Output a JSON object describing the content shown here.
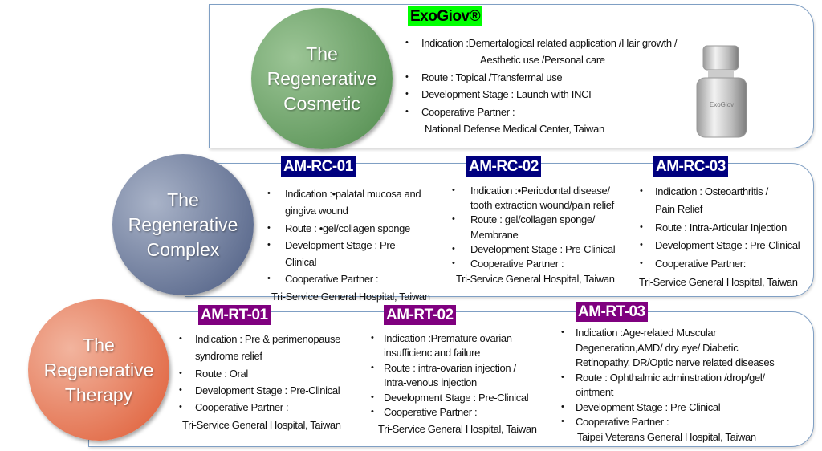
{
  "colors": {
    "cosmetic": "#5e9a5a",
    "complex": "#5f6f93",
    "therapy": "#e06a48",
    "rc_tag": "#00007f",
    "rt_tag": "#7f007f",
    "exo_tag": "#00ff00",
    "border": "#7f9fc4"
  },
  "rows": [
    {
      "id": "cosmetic",
      "title": [
        "The",
        "Regenerative",
        "Cosmetic"
      ],
      "products": [
        {
          "label": "ExoGiov®",
          "image": "vial-icon",
          "lines": [
            {
              "b": true,
              "t": "Indication :Demertalogical  related application /Hair growth /"
            },
            {
              "b": false,
              "t": "Aesthetic use /Personal care"
            },
            {
              "b": true,
              "t": "Route : Topical /Transfermal use"
            },
            {
              "b": true,
              "t": "Development Stage : Launch with INCI"
            },
            {
              "b": true,
              "t": "Cooperative Partner :"
            },
            {
              "b": false,
              "t": "National Defense Medical Center, Taiwan"
            }
          ]
        }
      ]
    },
    {
      "id": "complex",
      "title": [
        "The",
        "Regenerative",
        "Complex"
      ],
      "products": [
        {
          "label": "AM-RC-01",
          "lines": [
            {
              "b": true,
              "t": "Indication :•palatal mucosa and"
            },
            {
              "b": false,
              "t": "gingiva wound"
            },
            {
              "b": true,
              "t": "Route : •gel/collagen sponge"
            },
            {
              "b": true,
              "t": "Development Stage : Pre-"
            },
            {
              "b": false,
              "t": "Clinical"
            },
            {
              "b": true,
              "t": "Cooperative Partner :"
            },
            {
              "b": false,
              "t": "Tri-Service General Hospital, Taiwan"
            }
          ]
        },
        {
          "label": "AM-RC-02",
          "lines": [
            {
              "b": true,
              "t": "Indication :•Periodontal disease/"
            },
            {
              "b": false,
              "t": "tooth extraction wound/pain relief"
            },
            {
              "b": true,
              "t": "Route : gel/collagen sponge/"
            },
            {
              "b": false,
              "t": "Membrane"
            },
            {
              "b": true,
              "t": "Development Stage : Pre-Clinical"
            },
            {
              "b": true,
              "t": "Cooperative Partner :"
            },
            {
              "b": false,
              "t": "Tri-Service General Hospital, Taiwan"
            }
          ]
        },
        {
          "label": "AM-RC-03",
          "lines": [
            {
              "b": true,
              "t": "Indication : Osteoarthritis /"
            },
            {
              "b": false,
              "t": "Pain Relief"
            },
            {
              "b": true,
              "t": "Route : Intra-Articular Injection"
            },
            {
              "b": true,
              "t": "Development Stage : Pre-Clinical"
            },
            {
              "b": true,
              "t": "Cooperative Partner:"
            },
            {
              "b": false,
              "t": "Tri-Service General Hospital, Taiwan"
            }
          ]
        }
      ]
    },
    {
      "id": "therapy",
      "title": [
        "The",
        "Regenerative",
        "Therapy"
      ],
      "products": [
        {
          "label": "AM-RT-01",
          "lines": [
            {
              "b": true,
              "t": "Indication : Pre & perimenopause"
            },
            {
              "b": false,
              "t": "syndrome relief"
            },
            {
              "b": true,
              "t": "Route : Oral"
            },
            {
              "b": true,
              "t": "Development Stage : Pre-Clinical"
            },
            {
              "b": true,
              "t": "Cooperative Partner :"
            },
            {
              "b": false,
              "t": "Tri-Service General Hospital, Taiwan"
            }
          ]
        },
        {
          "label": "AM-RT-02",
          "lines": [
            {
              "b": true,
              "t": "Indication :Premature ovarian"
            },
            {
              "b": false,
              "t": "insufficienc and failure"
            },
            {
              "b": true,
              "t": "Route : intra-ovarian injection /"
            },
            {
              "b": false,
              "t": "Intra-venous injection"
            },
            {
              "b": true,
              "t": "Development Stage : Pre-Clinical"
            },
            {
              "b": true,
              "t": "Cooperative Partner :"
            },
            {
              "b": false,
              "t": "Tri-Service General Hospital, Taiwan"
            }
          ]
        },
        {
          "label": "AM-RT-03",
          "lines": [
            {
              "b": true,
              "t": "Indication :Age-related Muscular"
            },
            {
              "b": false,
              "t": "Degeneration,AMD/ dry eye/ Diabetic"
            },
            {
              "b": false,
              "t": "Retinopathy, DR/Optic nerve related diseases"
            },
            {
              "b": true,
              "t": "Route : Ophthalmic adminstration /drop/gel/"
            },
            {
              "b": false,
              "t": "ointment"
            },
            {
              "b": true,
              "t": "Development Stage : Pre-Clinical"
            },
            {
              "b": true,
              "t": "Cooperative Partner :"
            },
            {
              "b": false,
              "t": "Taipei Veterans General Hospital, Taiwan"
            }
          ]
        }
      ]
    }
  ]
}
